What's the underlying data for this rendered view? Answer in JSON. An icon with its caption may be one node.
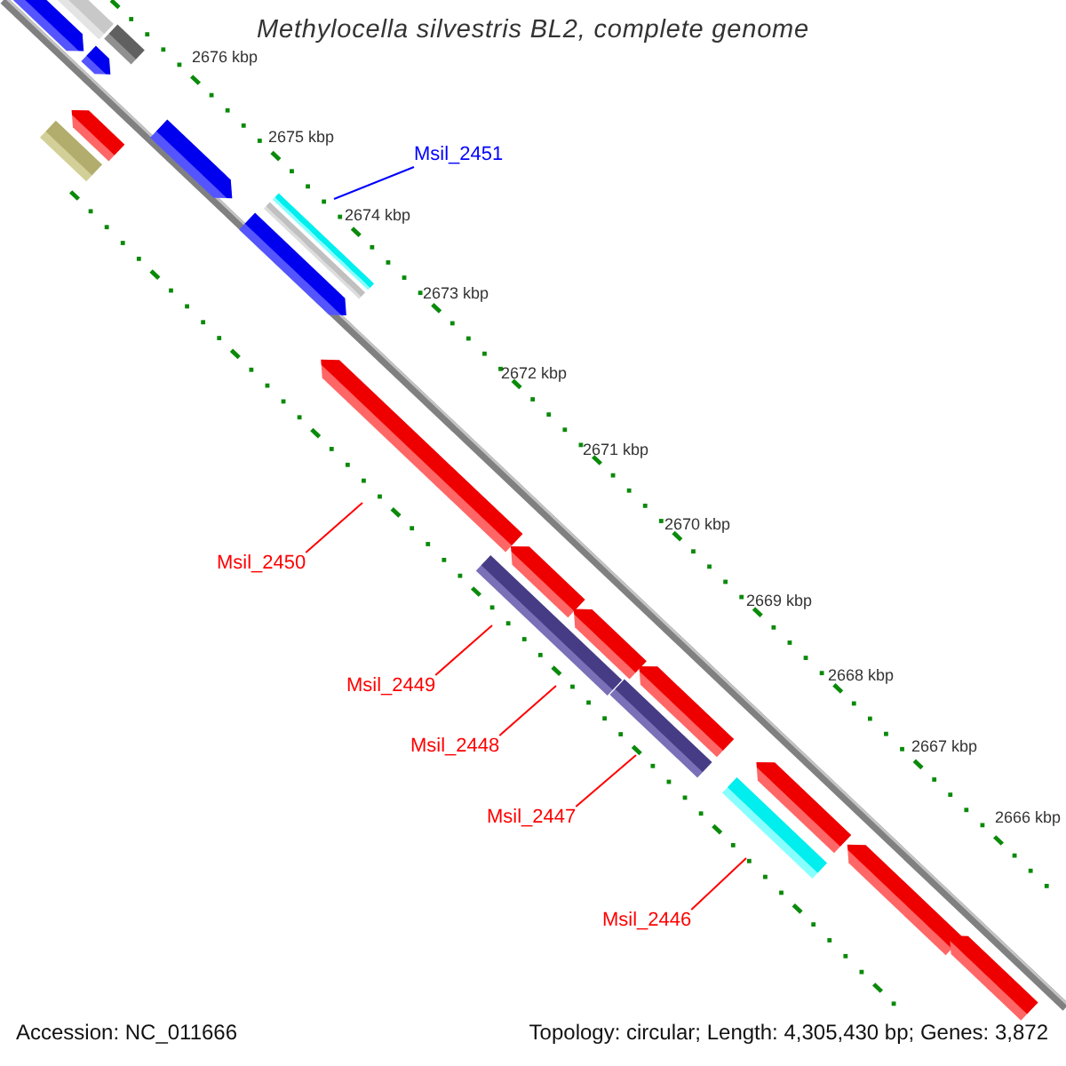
{
  "diagram": {
    "title": "Methylocella silvestris BL2, complete genome",
    "nodes": [
      {
        "text": [
          "Msil_2451"
        ]
      },
      {
        "text": [
          "Msil_2450"
        ]
      },
      {
        "text": [
          "Msil_2449"
        ]
      },
      {
        "text": [
          "Msil_2448"
        ]
      },
      {
        "text": [
          "Msil_2447"
        ]
      },
      {
        "text": [
          "Msil_2446"
        ]
      }
    ],
    "edges": [
      {
        "from": 0,
        "to": null,
        "arrow": "none",
        "color": "#0000ff"
      },
      {
        "from": 1,
        "to": null,
        "arrow": "none"
      },
      {
        "from": 2,
        "to": null,
        "arrow": "none"
      },
      {
        "from": 3,
        "to": null,
        "arrow": "none"
      },
      {
        "from": 4,
        "to": null,
        "arrow": "none"
      },
      {
        "from": 5,
        "to": null,
        "arrow": "none"
      }
    ],
    "labels": [
      "2676 kbp",
      "2675 kbp",
      "2674 kbp",
      "2673 kbp",
      "2672 kbp",
      "2671 kbp",
      "2670 kbp",
      "2669 kbp",
      "2668 kbp",
      "2667 kbp",
      "2666 kbp",
      "Accession: NC_011666",
      "Topology: circular; Length: 4,305,430 bp; Genes: 3,872"
    ]
  }
}
